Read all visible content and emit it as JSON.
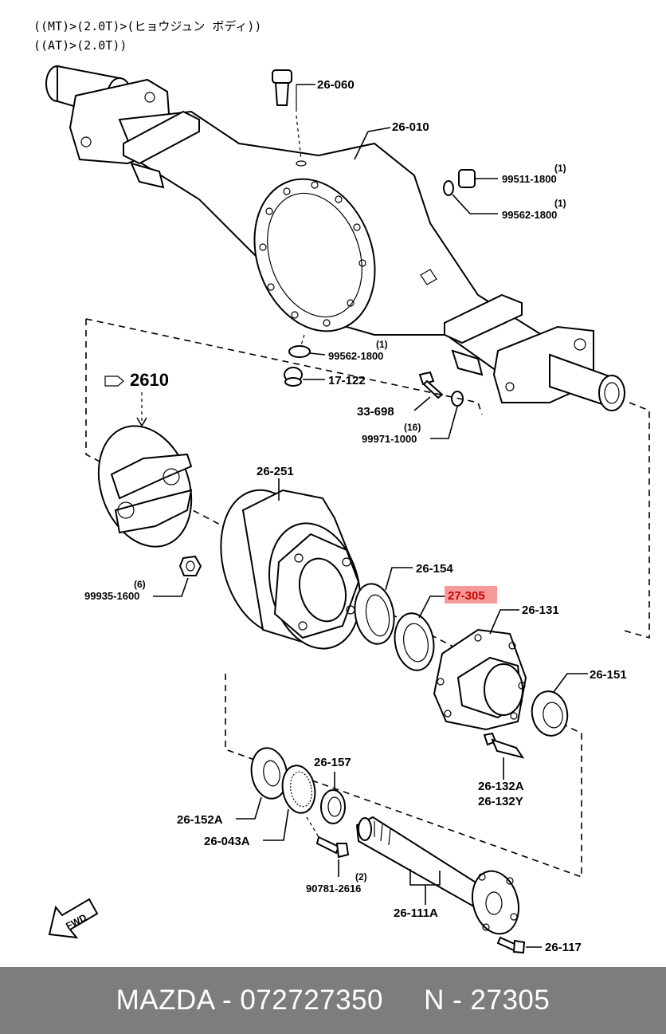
{
  "header": {
    "line1": "((MT)>(2.0T)>(ヒョウジュン ボディ))",
    "line2": "((AT)>(2.0T))"
  },
  "callouts": {
    "p26060": "26-060",
    "p26010": "26-010",
    "p99511": "99511-1800",
    "p99511_qty": "(1)",
    "p99562a": "99562-1800",
    "p99562a_qty": "(1)",
    "p99562b": "99562-1800",
    "p99562b_qty": "(1)",
    "p17122": "17-122",
    "p2610": "2610",
    "p33698": "33-698",
    "p99971": "99971-1000",
    "p99971_qty": "(16)",
    "p26251": "26-251",
    "p99935": "99935-1600",
    "p99935_qty": "(6)",
    "p26154": "26-154",
    "p27305": "27-305",
    "p26131": "26-131",
    "p26151": "26-151",
    "p26132a": "26-132A",
    "p26132y": "26-132Y",
    "p26157": "26-157",
    "p26152a": "26-152A",
    "p26043a": "26-043A",
    "p90781": "90781-2616",
    "p90781_qty": "(2)",
    "p26111a": "26-111A",
    "p26117": "26-117"
  },
  "highlight_color": "#f59a9a",
  "fwd_label": "FWD",
  "footer": {
    "text": "MAZDA - 072727350     N - 27305",
    "background": "#7d7d7d"
  }
}
